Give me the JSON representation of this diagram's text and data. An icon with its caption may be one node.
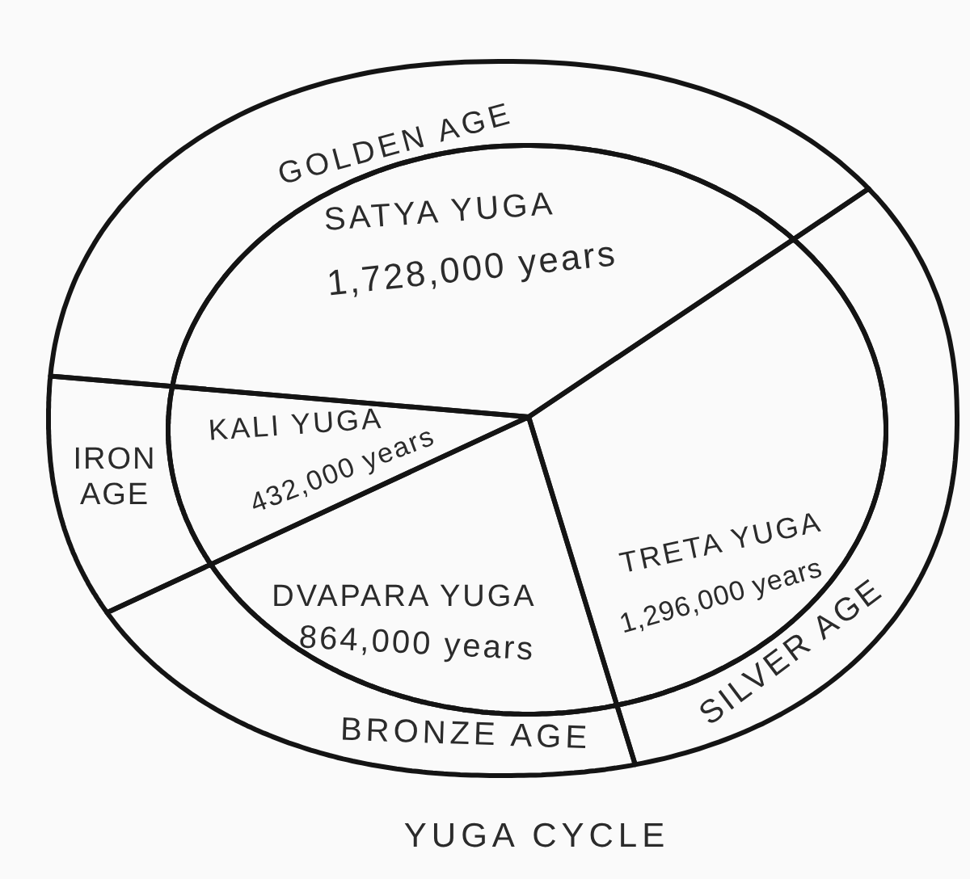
{
  "diagram": {
    "caption": "YUGA CYCLE",
    "nodes": [
      {
        "text": [
          "GOLDEN AGE"
        ]
      },
      {
        "text": [
          "SATYA YUGA",
          "1,728,000 years"
        ]
      },
      {
        "text": [
          "IRON AGE"
        ]
      },
      {
        "text": [
          "KALI YUGA",
          "432,000 years"
        ]
      },
      {
        "text": [
          "TRETA YUGA",
          "1,296,000 years"
        ]
      },
      {
        "text": [
          "DVAPARA YUGA",
          "864,000 years"
        ]
      },
      {
        "text": [
          "SILVER AGE"
        ]
      },
      {
        "text": [
          "BRONZE AGE"
        ]
      }
    ]
  }
}
